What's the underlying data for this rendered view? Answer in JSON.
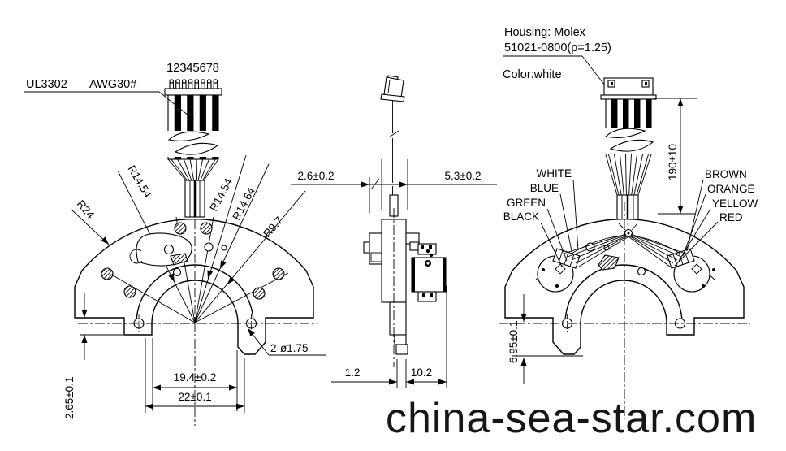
{
  "watermark": "china-sea-star.com",
  "front_view": {
    "pin_numbers": "12345678",
    "wire_type": "UL3302",
    "wire_gauge": "AWG30#",
    "radius_labels": {
      "outer": "R24",
      "left": "R14.54",
      "right": "R14.54",
      "mid": "R14.64",
      "inner": "R9.7"
    },
    "dims": {
      "hole_callout": "2-ø1.75",
      "inner_width": "19.4±0.2",
      "outer_width": "22±0.1",
      "leg_height": "2.65±0.1"
    }
  },
  "side_view": {
    "dims": {
      "wire_offset": "2.6±0.2",
      "shaft_offset": "5.3±0.2",
      "plate_thickness": "1.2",
      "body_depth": "10.2"
    }
  },
  "rear_view": {
    "housing_line1": "Housing: Molex",
    "housing_line2": "51021-0800(p=1.25)",
    "color_note": "Color:white",
    "dims": {
      "cable_length": "190±10",
      "mount_height": "6.95±0.1"
    },
    "wire_colors_left": [
      "WHITE",
      "BLUE",
      "GREEN",
      "BLACK"
    ],
    "wire_colors_right": [
      "BROWN",
      "ORANGE",
      "YELLOW",
      "RED"
    ]
  }
}
